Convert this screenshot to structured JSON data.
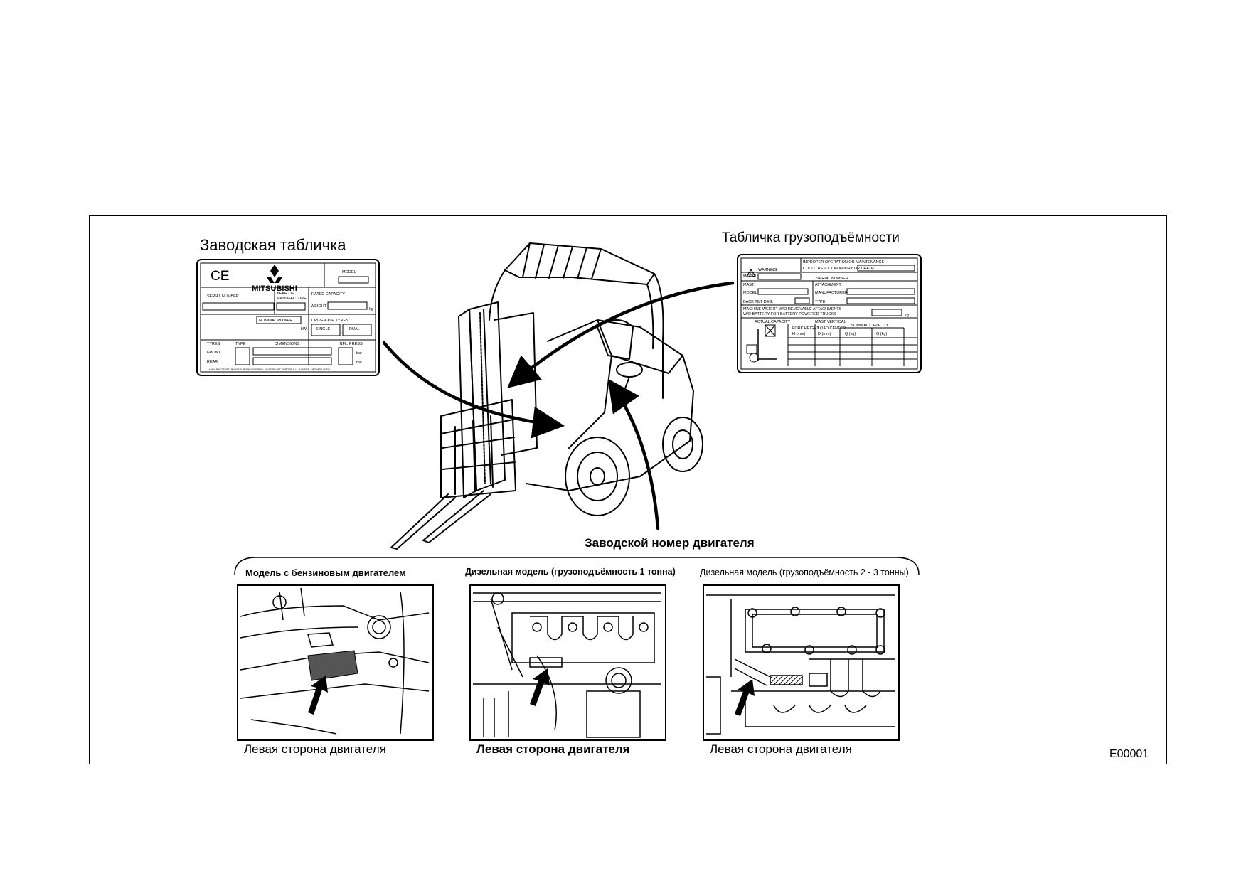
{
  "labels": {
    "nameplate_title": "Заводская табличка",
    "capacity_title": "Табличка грузоподъёмности",
    "engine_serial": "Заводской номер двигателя",
    "gasoline_model": "Модель с бензиновым двигателем",
    "diesel_1t": "Дизельная модель (грузоподъёмность 1 тонна)",
    "diesel_2_3t": "Дизельная модель (грузоподъёмность 2 - 3 тонны)",
    "left_side_1": "Левая сторона двигателя",
    "left_side_2": "Левая сторона двигателя",
    "left_side_3": "Левая сторона двигателя",
    "figure_code": "E00001"
  },
  "nameplate": {
    "ce": "CE",
    "brand": "MITSUBISHI",
    "model": "MODEL",
    "serial_number": "SERIAL NUMBER",
    "year": "YEAR OF",
    "manufacture": "MANUFACTURE",
    "rated_capacity": "RATED CAPACITY",
    "weight": "WEIGHT",
    "kg": "kg",
    "nominal_power": "NOMINAL POWER",
    "kw": "kW",
    "drive_axle_tires": "DRIVE AXLE TYRES",
    "single": "SINGLE",
    "dual": "DUAL",
    "tyres": "TYRES",
    "type": "TYPE",
    "dimensions": "DIMENSIONS",
    "infl_press": "INFL. PRESS",
    "front": "FRONT",
    "rear": "REAR",
    "bar": "bar",
    "footer": "MANUFACTURED BY MITSUBISHI CATERPILLAR FORKLIFT EUROPE B.V., ALMERE, NETHERLANDS"
  },
  "capacity_plate": {
    "warning": "WARNING",
    "warning_text_1": "IMPROPER OPERATION OR MAINTENANCE",
    "warning_text_2": "COULD RESULT IN INJURY OR DEATH",
    "model": "MODEL",
    "serial_number": "SERIAL NUMBER",
    "mast": "MAST:",
    "model2": "MODEL",
    "attachment": "ATTACHMENT:",
    "manufacturer": "MANUFACTURER",
    "back_tilt": "BACK TILT DEG.",
    "type": "TYPE",
    "machine_weight_1": "MACHINE WEIGHT W/O REMOVABLE ATTACHMENTS",
    "machine_weight_2": "W/O BATTERY FOR BATTERY POWERED TRUCKS",
    "kg": "kg",
    "actual_capacity": "ACTUAL CAPACITY",
    "mast_vertical": "MAST VERTICAL",
    "fork_height": "FORK HEIGHT",
    "load_center": "LOAD CENTER",
    "nominal_capacity": "NOMINAL CAPACITY",
    "col1": "H (mm)",
    "col2": "D (mm)",
    "col3": "Q (kg)",
    "col4": "Q (kg)"
  }
}
